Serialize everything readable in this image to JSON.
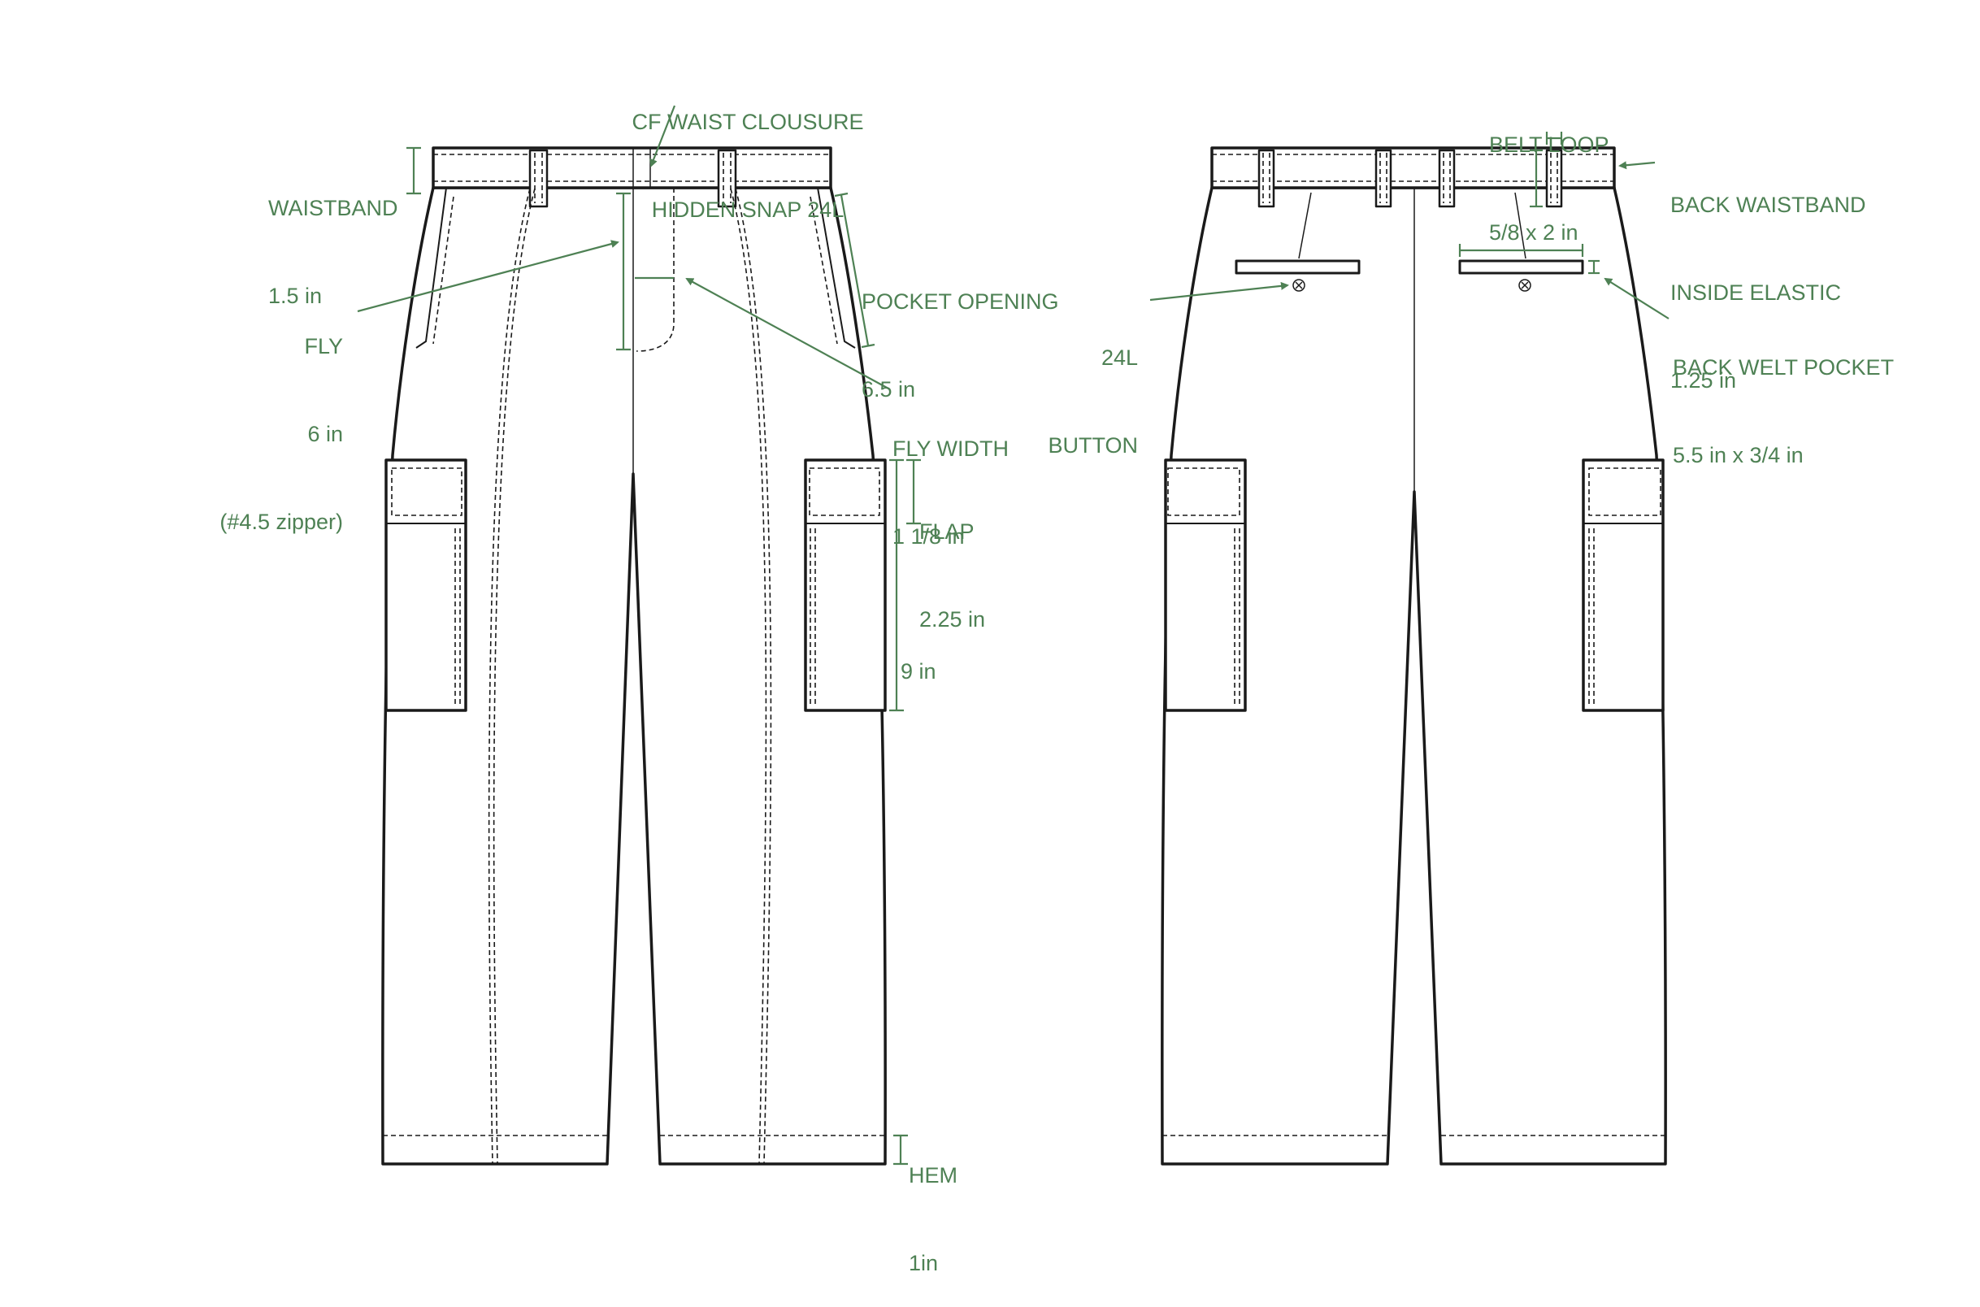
{
  "colors": {
    "annotation": "#4e8154",
    "outline": "#1a1a1a",
    "background": "#ffffff"
  },
  "front": {
    "cf_closure": {
      "line1": "CF WAIST CLOUSURE",
      "line2": "HIDDEN SNAP 24L"
    },
    "waistband": {
      "line1": "WAISTBAND",
      "line2": "1.5 in"
    },
    "fly": {
      "line1": "FLY",
      "line2": "6 in",
      "line3": "(#4.5 zipper)"
    },
    "pocket_opening": {
      "line1": "POCKET OPENING",
      "line2": "6.5 in"
    },
    "fly_width": {
      "line1": "FLY WIDTH",
      "line2": "1 1/8 in"
    },
    "flap": {
      "line1": "FLAP",
      "line2": "2.25 in"
    },
    "cargo_pocket": {
      "line1": "9 in"
    },
    "hem": {
      "line1": "HEM",
      "line2": "1in"
    }
  },
  "back": {
    "belt_loop": {
      "line1": "BELT LOOP",
      "line2": "5/8 x 2 in"
    },
    "back_waistband": {
      "line1": "BACK WAISTBAND",
      "line2": "INSIDE ELASTIC",
      "line3": "1.25 in"
    },
    "button": {
      "line1": "24L",
      "line2": "BUTTON"
    },
    "welt_pocket": {
      "line1": "BACK WELT POCKET",
      "line2": "5.5 in x 3/4 in"
    }
  }
}
